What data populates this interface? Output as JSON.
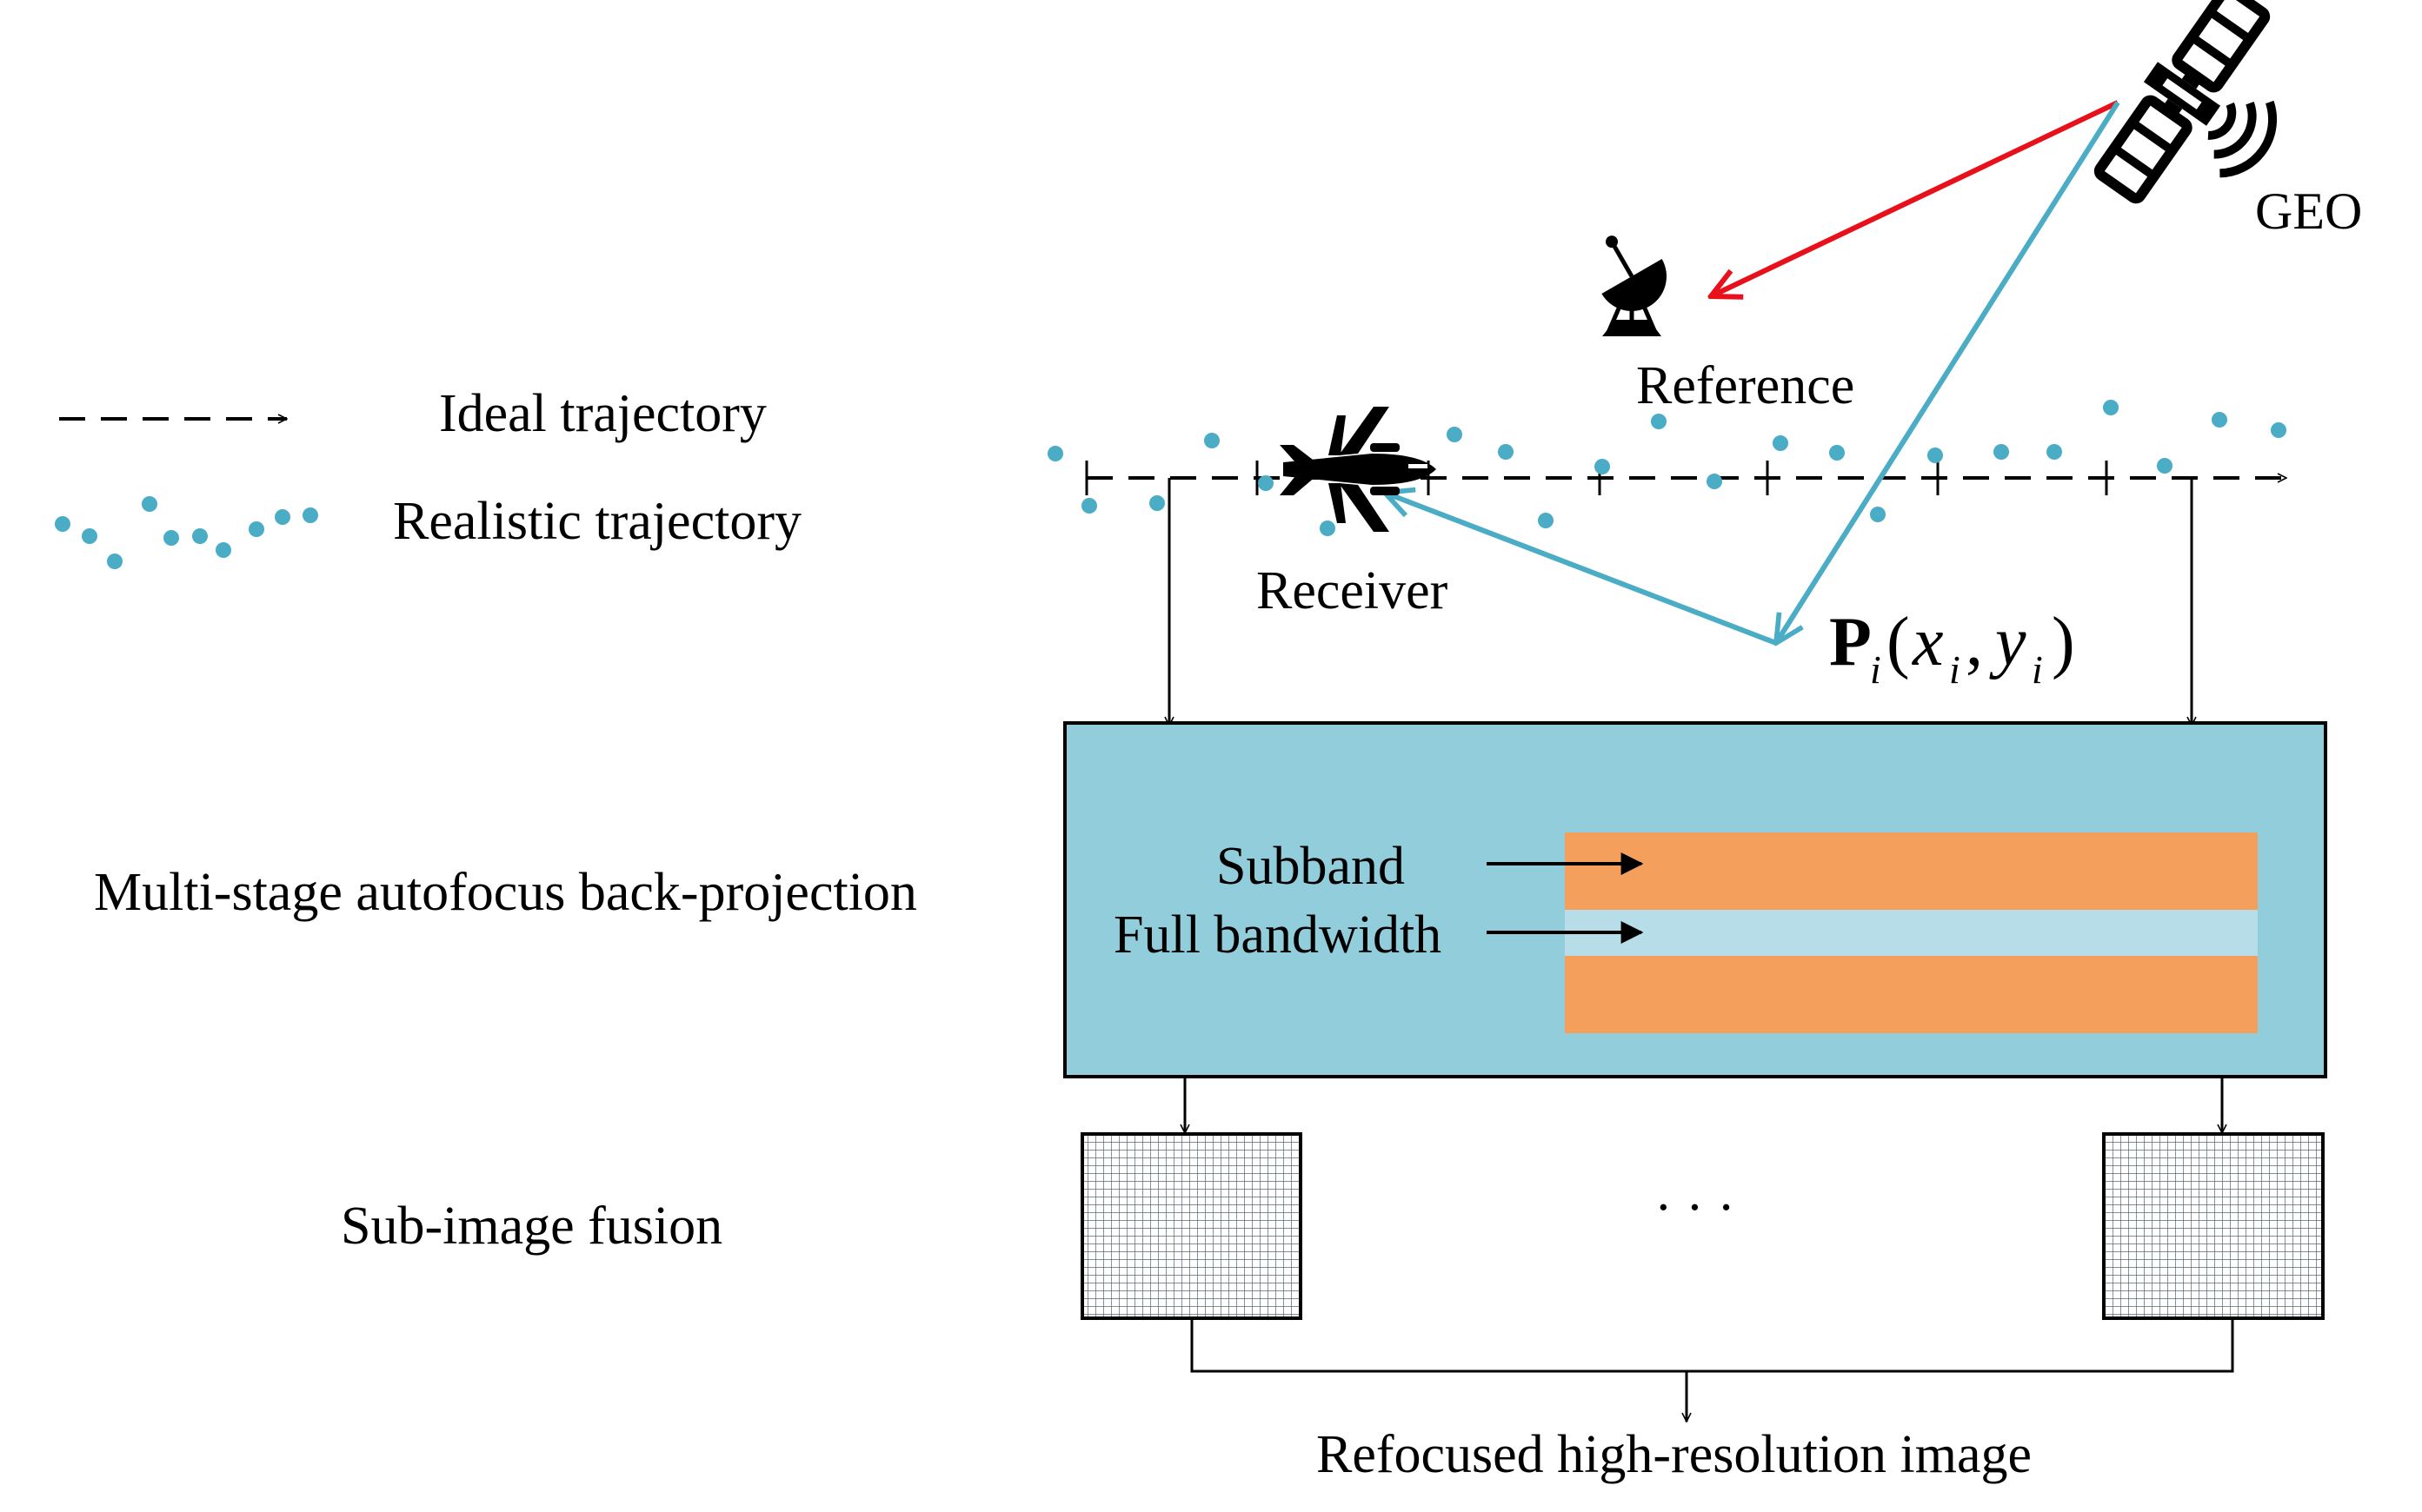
{
  "legend": {
    "ideal_label": "Ideal trajectory",
    "realistic_label": "Realistic trajectory"
  },
  "labels": {
    "geo": "GEO",
    "reference": "Reference",
    "receiver": "Receiver",
    "point_P": "P",
    "point_sub_i": "i",
    "point_open": "(",
    "point_x": "x",
    "point_x_sub": "i",
    "point_comma": ",",
    "point_y": "y",
    "point_y_sub": "i",
    "point_close": ")"
  },
  "stages": {
    "backprojection": "Multi-stage autofocus back-projection",
    "fusion": "Sub-image fusion",
    "output": "Refocused high-resolution image"
  },
  "bands": {
    "subband": "Subband",
    "full_bandwidth": "Full bandwidth"
  },
  "ellipsis": "· · ·",
  "icons": {
    "satellite": "satellite-icon",
    "dish": "satellite-dish-icon",
    "airplane": "airplane-icon"
  },
  "colors": {
    "direct_signal": "#e8101b",
    "scattered_signal": "#4aacc5",
    "trajectory_dots": "#4aacc5",
    "process_box": "#92cddc",
    "subband_fill": "#f4a05c",
    "full_band_fill": "#b7dee8"
  }
}
